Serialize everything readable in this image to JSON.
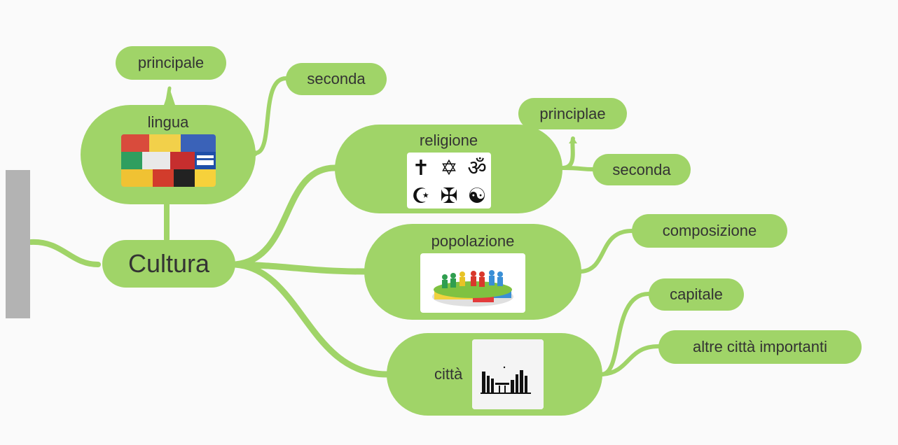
{
  "mindmap": {
    "center": {
      "label": "Cultura"
    },
    "lingua": {
      "label": "lingua",
      "image": "flags-of-europe-image"
    },
    "lingua_principale": {
      "label": "principale"
    },
    "lingua_seconda": {
      "label": "seconda"
    },
    "religione": {
      "label": "religione",
      "image": "religious-symbols-image",
      "symbols": [
        "✝",
        "✡",
        "ॐ",
        "☪",
        "✠",
        "☯"
      ]
    },
    "religione_principale": {
      "label": "principlae"
    },
    "religione_seconda": {
      "label": "seconda"
    },
    "popolazione": {
      "label": "popolazione",
      "image": "population-pie-people-image"
    },
    "composizione": {
      "label": "composizione"
    },
    "citta": {
      "label": "città",
      "image": "city-skyline-image"
    },
    "capitale": {
      "label": "capitale"
    },
    "altre_citta": {
      "label": "altre città importanti"
    }
  },
  "colors": {
    "node": "#a0d468",
    "connector": "#a0d468",
    "text": "#333333",
    "canvas": "#fafafa",
    "side_panel": "#b3b3b3"
  }
}
